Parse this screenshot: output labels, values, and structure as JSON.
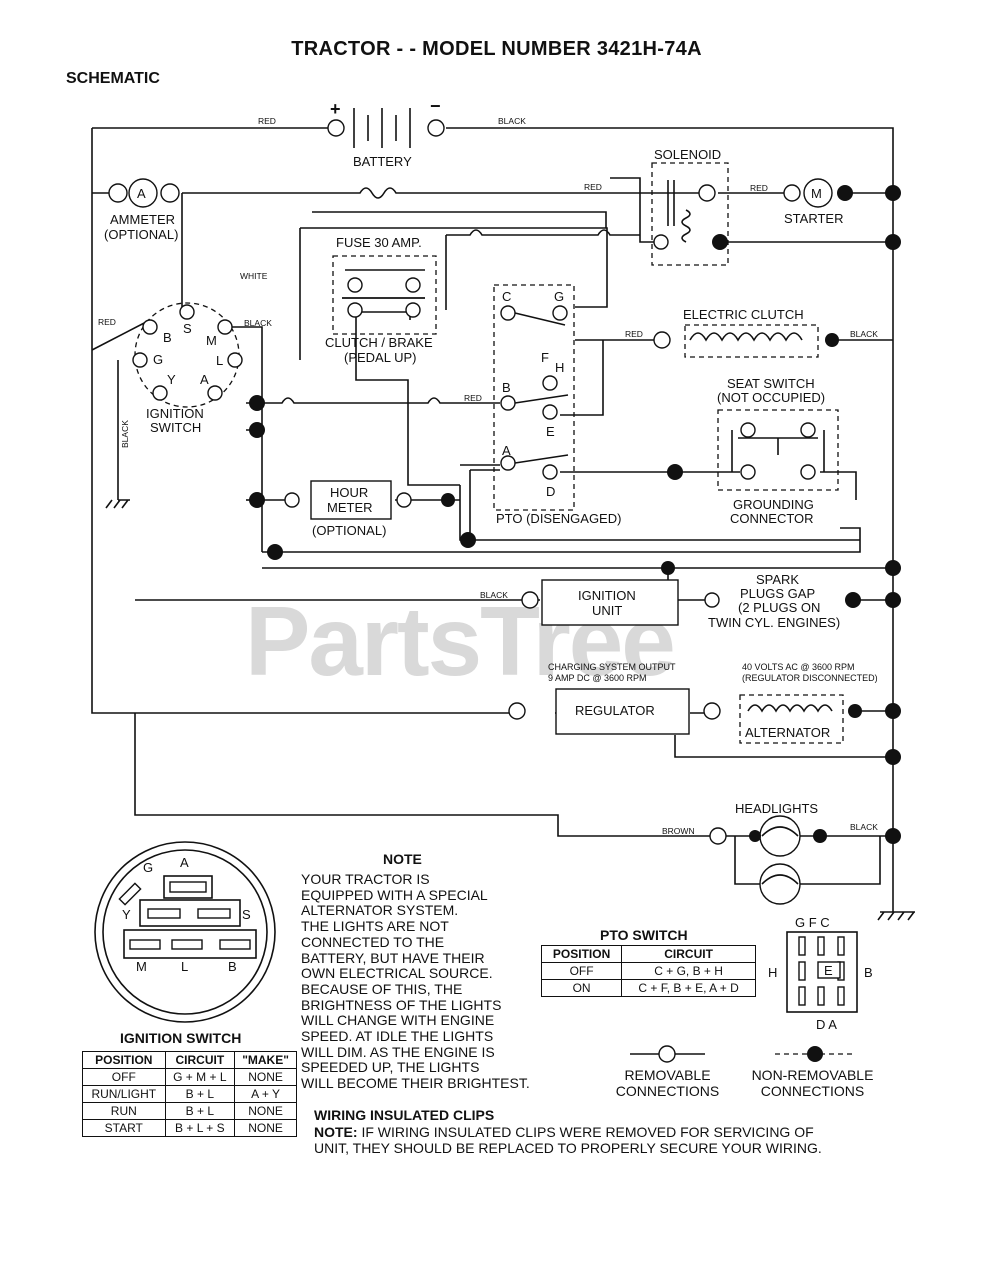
{
  "header": {
    "title": "TRACTOR - - MODEL NUMBER 3421H-74A",
    "subtitle": "SCHEMATIC"
  },
  "watermark": "PartsTree",
  "components": {
    "battery": "BATTERY",
    "battery_pos": "+",
    "battery_neg": "−",
    "solenoid": "SOLENOID",
    "starter": "STARTER",
    "starter_symbol": "M",
    "ammeter_symbol": "A",
    "ammeter_line1": "AMMETER",
    "ammeter_line2": "(OPTIONAL)",
    "fuse": "FUSE 30 AMP.",
    "clutch_brake_line1": "CLUTCH / BRAKE",
    "clutch_brake_line2": "(PEDAL UP)",
    "electric_clutch": "ELECTRIC CLUTCH",
    "seat_switch_line1": "SEAT SWITCH",
    "seat_switch_line2": "(NOT OCCUPIED)",
    "grounding_line1": "GROUNDING",
    "grounding_line2": "CONNECTOR",
    "ignition_switch_line1": "IGNITION",
    "ignition_switch_line2": "SWITCH",
    "hour_meter_line1": "HOUR",
    "hour_meter_line2": "METER",
    "hour_meter_line3": "(OPTIONAL)",
    "pto": "PTO (DISENGAGED)",
    "ignition_unit_line1": "IGNITION",
    "ignition_unit_line2": "UNIT",
    "spark_line1": "SPARK",
    "spark_line2": "PLUGS GAP",
    "spark_line3": "(2 PLUGS ON",
    "spark_line4": "TWIN CYL. ENGINES)",
    "charging_line1": "CHARGING SYSTEM OUTPUT",
    "charging_line2": "9 AMP DC @ 3600 RPM",
    "regulator": "REGULATOR",
    "ac_line1": "40 VOLTS AC @ 3600 RPM",
    "ac_line2": "(REGULATOR DISCONNECTED)",
    "alternator": "ALTERNATOR",
    "headlights": "HEADLIGHTS"
  },
  "wire_labels": {
    "red": "RED",
    "black": "BLACK",
    "white": "WHITE",
    "brown": "BROWN"
  },
  "ignition_terminals": [
    "S",
    "B",
    "M",
    "G",
    "L",
    "Y",
    "A"
  ],
  "pto_terminals": [
    "C",
    "G",
    "F",
    "H",
    "B",
    "E",
    "A",
    "D"
  ],
  "ignition_face_letters": {
    "g": "G",
    "a": "A",
    "y": "Y",
    "s": "S",
    "m": "M",
    "l": "L",
    "b": "B"
  },
  "pto_face": {
    "top": "G F C",
    "left": "H",
    "center": "E",
    "right": "B",
    "bottom": "D A"
  },
  "note": {
    "title": "NOTE",
    "lines": [
      "YOUR TRACTOR IS",
      "EQUIPPED WITH A SPECIAL",
      "ALTERNATOR SYSTEM.",
      "THE LIGHTS ARE NOT",
      "CONNECTED TO THE",
      "BATTERY, BUT HAVE THEIR",
      "OWN ELECTRICAL SOURCE.",
      "BECAUSE OF THIS, THE",
      "BRIGHTNESS OF THE LIGHTS",
      "WILL CHANGE WITH ENGINE",
      "SPEED.  AT IDLE THE LIGHTS",
      "WILL DIM.  AS THE ENGINE IS",
      "SPEEDED UP, THE LIGHTS",
      "WILL BECOME THEIR BRIGHTEST."
    ]
  },
  "ignition_table": {
    "title": "IGNITION SWITCH",
    "headers": [
      "POSITION",
      "CIRCUIT",
      "\"MAKE\""
    ],
    "rows": [
      [
        "OFF",
        "G + M + L",
        "NONE"
      ],
      [
        "RUN/LIGHT",
        "B + L",
        "A + Y"
      ],
      [
        "RUN",
        "B + L",
        "NONE"
      ],
      [
        "START",
        "B + L + S",
        "NONE"
      ]
    ]
  },
  "pto_table": {
    "title": "PTO SWITCH",
    "headers": [
      "POSITION",
      "CIRCUIT"
    ],
    "rows": [
      [
        "OFF",
        "C + G, B + H"
      ],
      [
        "ON",
        "C + F, B + E, A + D"
      ]
    ]
  },
  "legend": {
    "removable_line1": "REMOVABLE",
    "removable_line2": "CONNECTIONS",
    "non_removable_line1": "NON-REMOVABLE",
    "non_removable_line2": "CONNECTIONS"
  },
  "clips": {
    "title": "WIRING INSULATED CLIPS",
    "note_label": "NOTE:",
    "line1": " IF WIRING INSULATED CLIPS WERE REMOVED FOR SERVICING OF",
    "line2": "UNIT, THEY SHOULD BE REPLACED TO PROPERLY SECURE YOUR WIRING."
  }
}
